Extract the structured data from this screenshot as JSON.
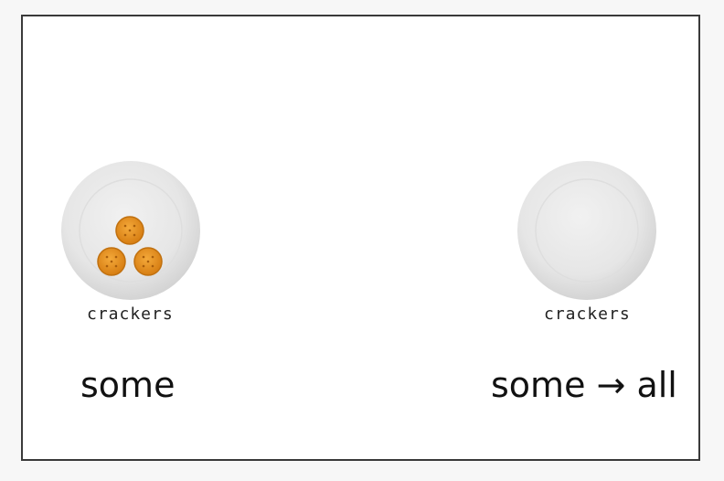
{
  "scenes": [
    {
      "plate_label": "crackers",
      "quantifier": "some",
      "cracker_count": 3
    },
    {
      "plate_label": "crackers",
      "quantifier": "some → all",
      "cracker_count": 0
    }
  ],
  "colors": {
    "plate": "#e9e9e9",
    "cracker": "#e8951e",
    "cracker_dark": "#c8740f",
    "frame_border": "#3a3a3a"
  }
}
